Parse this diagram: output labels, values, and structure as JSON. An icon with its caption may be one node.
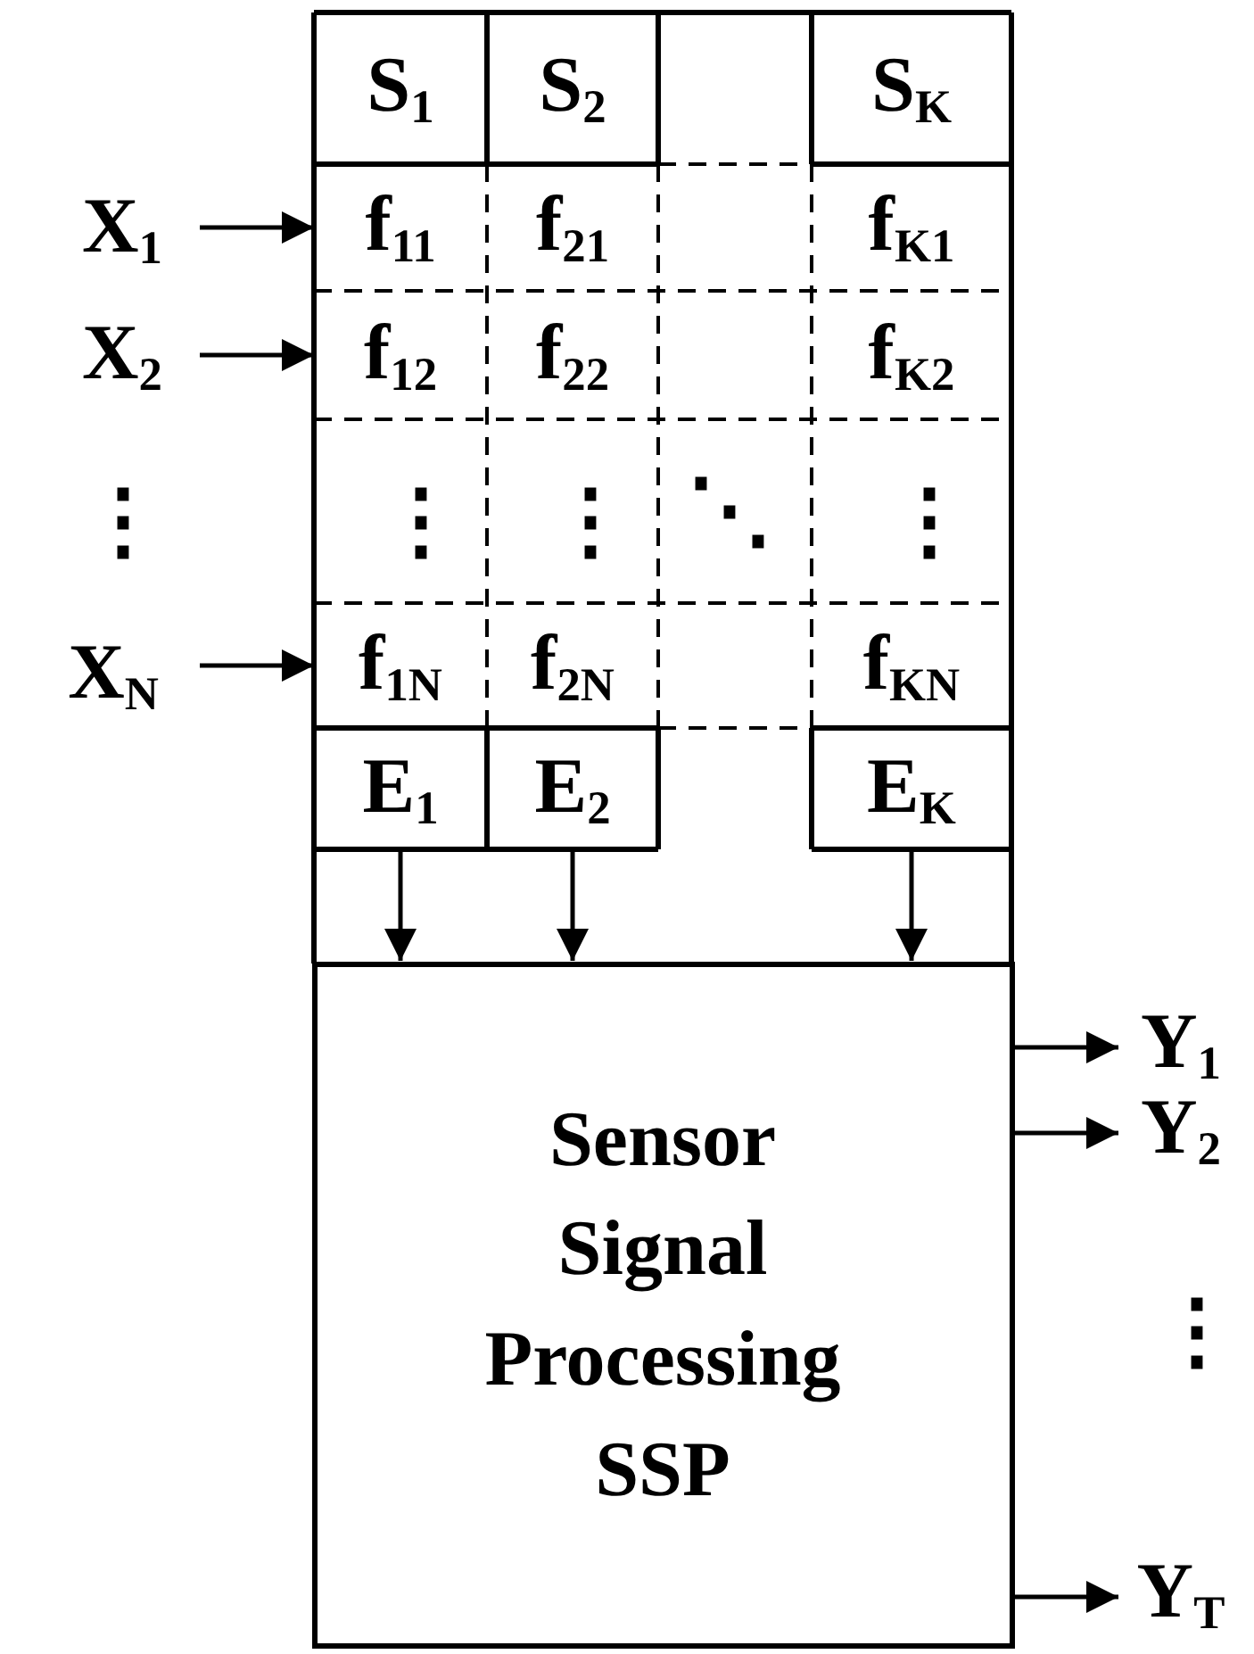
{
  "diagram": {
    "nodes": [
      {
        "text": [
          "S$_{1}$"
        ]
      },
      {
        "text": [
          "S$_{2}$"
        ]
      },
      {
        "text": [
          "S$_{K}$"
        ]
      },
      {
        "text": [
          "X$_{1}$"
        ]
      },
      {
        "text": [
          "f$_{11}$"
        ]
      },
      {
        "text": [
          "f$_{21}$"
        ]
      },
      {
        "text": [
          "f$_{K1}$"
        ]
      },
      {
        "text": [
          "X$_{2}$"
        ]
      },
      {
        "text": [
          "f$_{12}$"
        ]
      },
      {
        "text": [
          "f$_{22}$"
        ]
      },
      {
        "text": [
          "f$_{K2}$"
        ]
      },
      {
        "text": [
          "X$_{N}$"
        ]
      },
      {
        "text": [
          "f$_{1N}$"
        ]
      },
      {
        "text": [
          "f$_{2N}$"
        ]
      },
      {
        "text": [
          "f$_{KN}$"
        ]
      },
      {
        "text": [
          "E$_{1}$"
        ]
      },
      {
        "text": [
          "E$_{2}$"
        ]
      },
      {
        "text": [
          "E$_{K}$"
        ]
      },
      {
        "text": [
          "Sensor Signal Processing SSP"
        ]
      },
      {
        "text": [
          "Y$_{1}$"
        ]
      },
      {
        "text": [
          "Y$_{2}$"
        ]
      },
      {
        "text": [
          "Y$_{T}$"
        ]
      }
    ],
    "edges": [
      {
        "from": 3,
        "to": 4,
        "arrow": "to"
      },
      {
        "from": 7,
        "to": 8,
        "arrow": "to"
      },
      {
        "from": 11,
        "to": 12,
        "arrow": "to"
      },
      {
        "from": 15,
        "to": 18,
        "arrow": "to"
      },
      {
        "from": 16,
        "to": 18,
        "arrow": "to"
      },
      {
        "from": 17,
        "to": 18,
        "arrow": "to"
      },
      {
        "from": 18,
        "to": 19,
        "arrow": "to"
      },
      {
        "from": 18,
        "to": 20,
        "arrow": "to"
      },
      {
        "from": 18,
        "to": 21,
        "arrow": "to"
      }
    ],
    "labels": [
      "⋮",
      "⋮",
      "⋮",
      "⋱",
      "⋮",
      "⋮"
    ]
  }
}
